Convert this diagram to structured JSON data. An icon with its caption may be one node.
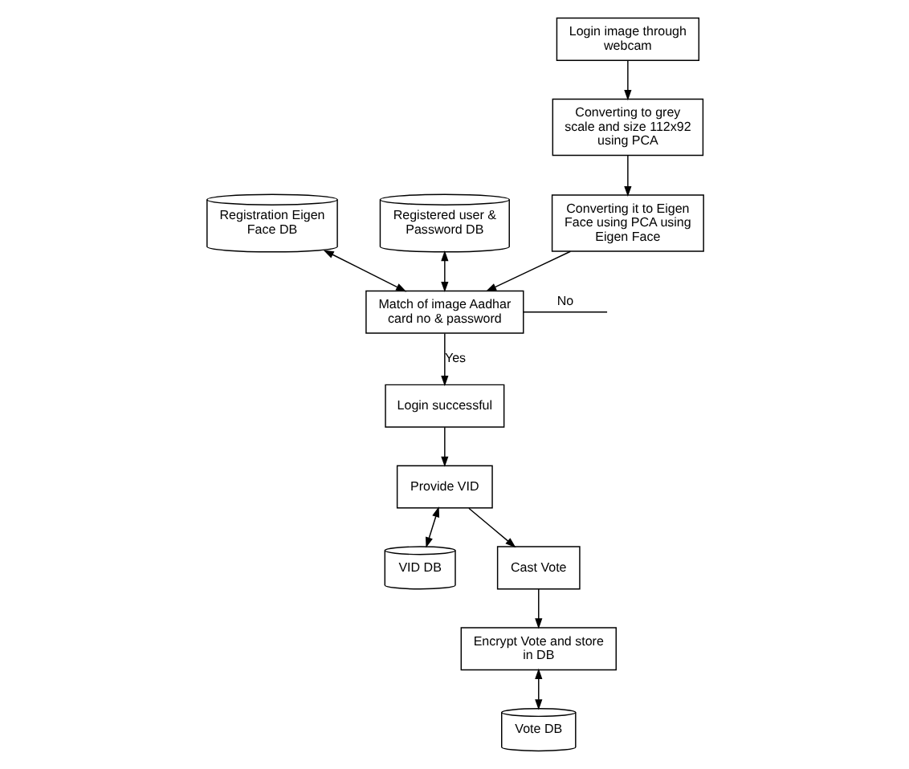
{
  "diagram": {
    "nodes": [
      {
        "text": [
          "Registration Eigen Face DB"
        ]
      },
      {
        "text": [
          "Registered user & Password DB"
        ]
      },
      {
        "text": [
          "Login image through webcam"
        ]
      },
      {
        "text": [
          "Converting to grey scale and size 112x92 using PCA"
        ]
      },
      {
        "text": [
          "Converting it to Eigen Face using PCA using Eigen Face"
        ]
      },
      {
        "text": [
          "Match of image Aadhar card no & password"
        ]
      },
      {
        "text": [
          "Login successful"
        ]
      },
      {
        "text": [
          "VID DB"
        ]
      },
      {
        "text": [
          "Provide VID"
        ]
      },
      {
        "text": [
          "Vote DB"
        ]
      },
      {
        "text": [
          "Cast Vote"
        ]
      },
      {
        "text": [
          "Encrypt Vote and store in DB"
        ]
      }
    ],
    "edges": [
      {
        "from": 0,
        "to": 5,
        "arrow": "both"
      },
      {
        "from": 1,
        "to": 5,
        "arrow": "both"
      },
      {
        "from": 2,
        "to": 3,
        "arrow": "to"
      },
      {
        "from": 3,
        "to": 4,
        "arrow": "to"
      },
      {
        "from": 4,
        "to": 5,
        "arrow": "to"
      },
      {
        "from": 5,
        "to": 6,
        "arrow": "to",
        "label": "Yes"
      },
      {
        "from": 5,
        "to": null,
        "arrow": "none",
        "label": "No"
      },
      {
        "from": 8,
        "to": 7,
        "arrow": "both"
      },
      {
        "from": 6,
        "to": 8,
        "arrow": "to"
      },
      {
        "from": 8,
        "to": 10,
        "arrow": "to"
      },
      {
        "from": 10,
        "to": 11,
        "arrow": "to"
      },
      {
        "from": 11,
        "to": 9,
        "arrow": "both"
      }
    ]
  }
}
